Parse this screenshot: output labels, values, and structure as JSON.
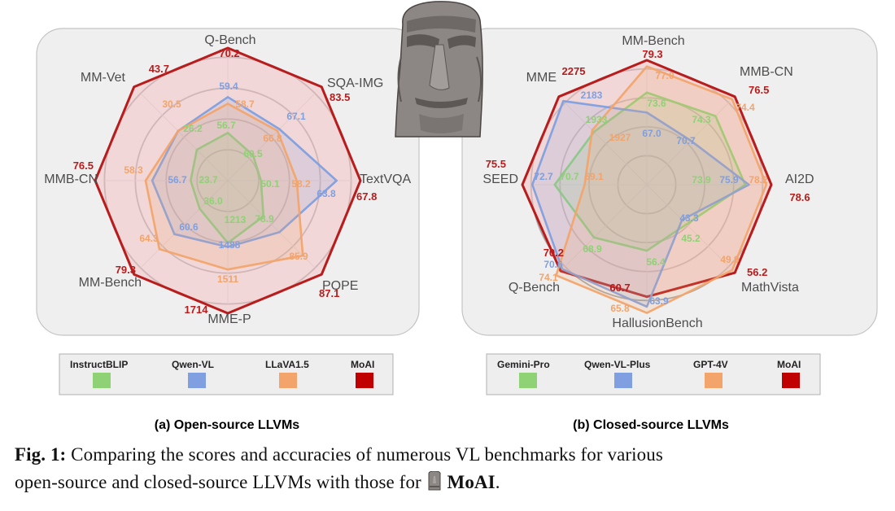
{
  "chart_data": [
    {
      "type": "radar",
      "subtitle": "(a) Open-source LLVMs",
      "axes": [
        "Q-Bench",
        "SQA-IMG",
        "TextVQA",
        "POPE",
        "MME-P",
        "MM-Bench",
        "MMB-CN",
        "MM-Vet"
      ],
      "series": [
        {
          "name": "InstructBLIP",
          "color": "#8fd175",
          "values": [
            56.7,
            60.5,
            50.1,
            78.9,
            1213,
            36.0,
            23.7,
            26.2
          ],
          "labels": [
            "56.7",
            "60.5",
            "50.1",
            "78.9",
            "1213",
            "36.0",
            "23.7",
            "26.2"
          ],
          "normalized": [
            0.36,
            0.27,
            0.25,
            0.38,
            0.47,
            0.3,
            0.28,
            0.33
          ]
        },
        {
          "name": "Qwen-VL",
          "color": "#7f9fe0",
          "values": [
            59.4,
            67.1,
            63.8,
            null,
            1488,
            60.6,
            56.7,
            null
          ],
          "labels": [
            "59.4",
            "67.1",
            "63.8",
            "",
            "1488",
            "60.6",
            "56.7",
            ""
          ],
          "normalized": [
            0.63,
            0.55,
            0.82,
            0.55,
            0.5,
            0.57,
            0.57,
            0.53
          ]
        },
        {
          "name": "LLaVA1.5",
          "color": "#f2a46b",
          "values": [
            58.7,
            66.8,
            58.2,
            85.9,
            1511,
            64.3,
            58.3,
            30.5
          ],
          "labels": [
            "58.7",
            "66.8",
            "58.2",
            "85.9",
            "1511",
            "64.3",
            "58.3",
            "30.5"
          ],
          "normalized": [
            0.58,
            0.53,
            0.52,
            0.8,
            0.67,
            0.73,
            0.62,
            0.53
          ]
        },
        {
          "name": "MoAI",
          "color": "#b81c1c",
          "values": [
            70.2,
            83.5,
            67.8,
            87.1,
            1714,
            79.3,
            76.5,
            43.7
          ],
          "labels": [
            "70.2",
            "83.5",
            "67.8",
            "87.1",
            "1714",
            "79.3",
            "76.5",
            "43.7"
          ],
          "normalized": [
            1,
            1,
            1,
            1,
            1,
            1,
            1,
            1
          ]
        }
      ]
    },
    {
      "type": "radar",
      "subtitle": "(b) Closed-source LLVMs",
      "axes": [
        "MM-Bench",
        "MMB-CN",
        "AI2D",
        "MathVista",
        "HallusionBench",
        "Q-Bench",
        "SEED",
        "MME"
      ],
      "series": [
        {
          "name": "Gemini-Pro",
          "color": "#8fd175",
          "values": [
            73.6,
            74.3,
            73.9,
            45.2,
            56.4,
            68.9,
            70.7,
            1933
          ],
          "labels": [
            "73.6",
            "74.3",
            "73.9",
            "45.2",
            "56.4",
            "68.9",
            "70.7",
            "1933"
          ],
          "normalized": [
            0.74,
            0.78,
            0.79,
            0.45,
            0.53,
            0.6,
            0.74,
            0.6
          ]
        },
        {
          "name": "Qwen-VL-Plus",
          "color": "#7f9fe0",
          "values": [
            67.0,
            70.7,
            75.9,
            43.3,
            63.9,
            70.6,
            72.7,
            2183
          ],
          "labels": [
            "67.0",
            "70.7",
            "75.9",
            "43.3",
            "63.9",
            "70.6",
            "72.7",
            "2183"
          ],
          "normalized": [
            0.58,
            0.5,
            0.82,
            0.4,
            0.98,
            0.96,
            0.92,
            0.95
          ]
        },
        {
          "name": "GPT-4V",
          "color": "#f2a46b",
          "values": [
            77.0,
            74.4,
            78.2,
            49.9,
            65.8,
            74.1,
            69.1,
            1927
          ],
          "labels": [
            "77.0",
            "74.4",
            "78.2",
            "49.9",
            "65.8",
            "74.1",
            "69.1",
            "1927"
          ],
          "normalized": [
            0.95,
            0.97,
            0.96,
            0.97,
            1.03,
            1.03,
            0.5,
            0.62
          ]
        },
        {
          "name": "MoAI",
          "color": "#b81c1c",
          "values": [
            79.3,
            76.5,
            78.6,
            56.2,
            60.7,
            70.2,
            75.5,
            2275
          ],
          "labels": [
            "79.3",
            "76.5",
            "78.6",
            "56.2",
            "60.7",
            "70.2",
            "75.5",
            "2275"
          ],
          "normalized": [
            1,
            1,
            1,
            1,
            0.9,
            0.98,
            1,
            1
          ]
        }
      ]
    }
  ],
  "caption": {
    "prefix": "Fig. 1:",
    "line1": " Comparing the scores and accuracies of numerous VL benchmarks for various",
    "line2": "open-source and closed-source LLVMs with those for ",
    "model": "MoAI",
    "end": "."
  },
  "colors": {
    "panel_bg": "#efefef",
    "panel_border": "#bfbfbf",
    "ring": "#8a8a8a",
    "moai_fill": "#f6c8c8",
    "moai_stroke": "#b81c1c"
  }
}
